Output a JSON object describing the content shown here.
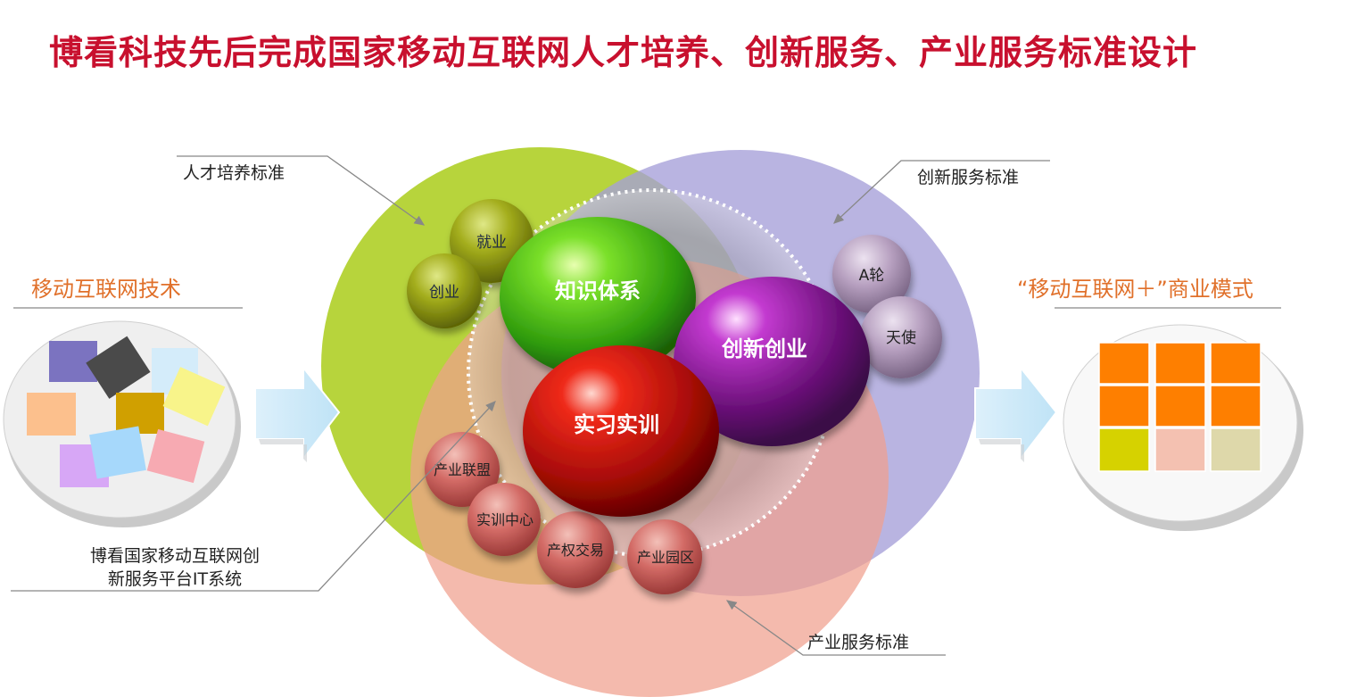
{
  "title": "博看科技先后完成国家移动互联网人才培养、创新服务、产业服务标准设计",
  "left": {
    "heading": "移动互联网技术",
    "caption_line1": "博看国家移动互联网创",
    "caption_line2": "新服务平台IT系统"
  },
  "right": {
    "heading": "“移动互联网＋”商业模式"
  },
  "standards": {
    "talent": "人才培养标准",
    "innovation": "创新服务标准",
    "industry": "产业服务标准"
  },
  "spheres": {
    "knowledge": "知识体系",
    "innovation": "创新创业",
    "practice": "实习实训"
  },
  "small_balls": {
    "employment": "就业",
    "startup": "创业",
    "a_round": "A轮",
    "angel": "天使",
    "alliance": "产业联盟",
    "training_center": "实训中心",
    "equity_trade": "产权交易",
    "park": "产业园区"
  },
  "colors": {
    "title_red": "#c8102e",
    "green_circle": "#b5d334",
    "purple_circle": "#a9a2d9",
    "salmon_circle": "#f1a592",
    "orange_label": "#e0702a"
  }
}
